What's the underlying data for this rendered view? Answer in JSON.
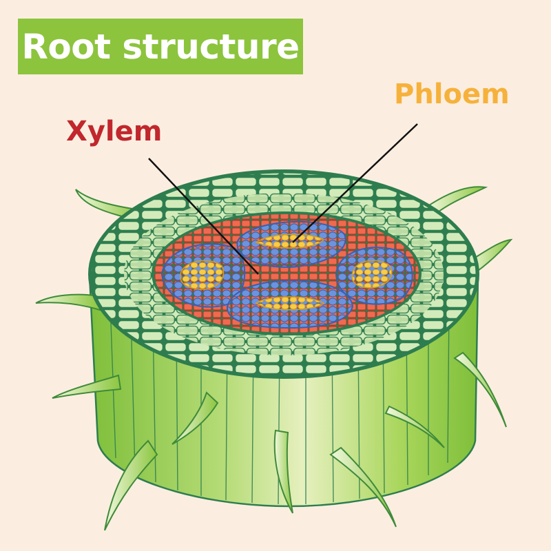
{
  "title": "Root structure",
  "labels": {
    "xylem": "Xylem",
    "phloem": "Phloem"
  },
  "colors": {
    "background": "#fbeee0",
    "title_box": "#8cc43d",
    "title_text": "#ffffff",
    "xylem_label": "#c1272d",
    "phloem_label": "#f6b13c",
    "cortex_cell": "#cfe8b4",
    "cell_outline": "#2e7d4f",
    "xylem_tissue": "#e8553f",
    "phloem_bundle": "#5b86d6",
    "phloem_core": "#f5c842",
    "root_side": "#8cc63f",
    "root_hair": "#a8d86a"
  }
}
